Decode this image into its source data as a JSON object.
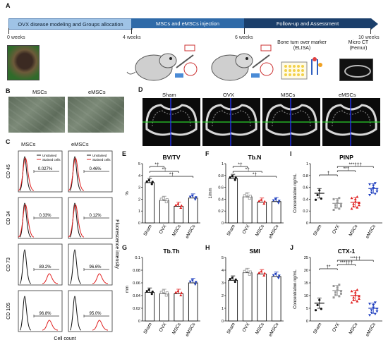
{
  "panels": {
    "A": "A",
    "B": "B",
    "C": "C",
    "D": "D",
    "E": "E",
    "F": "F",
    "G": "G",
    "H": "H",
    "I": "I",
    "J": "J"
  },
  "timeline": {
    "stage1": "OVX disease modeling and Groups allocation",
    "stage2": "MSCs and eMSCs  injection",
    "stage3": "Follow-up and Assessment",
    "weeks": [
      "0 weeks",
      "4 weeks",
      "6 weeks",
      "10 weeks"
    ],
    "marker_label": "Bone turn over marker\n(ELISA)",
    "microct_label": "Micro CT\n(Femur)"
  },
  "microscopy": {
    "left": "MSCs",
    "right": "eMSCs"
  },
  "microct": {
    "labels": [
      "Sham",
      "OVX",
      "MSCs",
      "eMSCs"
    ]
  },
  "flow": {
    "cols": [
      "MSCs",
      "eMSCs"
    ],
    "legend": [
      "Unstained",
      "Stained cells"
    ],
    "rows": [
      {
        "marker": "CD 45",
        "msc": "0.027%",
        "emsc": "0.46%"
      },
      {
        "marker": "CD 34",
        "msc": "0.33%",
        "emsc": "0.12%"
      },
      {
        "marker": "CD 73",
        "msc": "89.2%",
        "emsc": "96.6%"
      },
      {
        "marker": "CD 105",
        "msc": "96.8%",
        "emsc": "95.0%"
      }
    ],
    "yaxis": "Fluorescence intensity",
    "xaxis": "Cell count"
  },
  "colors": {
    "sham": "#111111",
    "ovx": "#999999",
    "msc": "#e02020",
    "emsc": "#1f3fbf",
    "green": "#2bd02b",
    "blue": "#2233ff"
  },
  "chart_data": [
    {
      "id": "E",
      "type": "bar",
      "title": "BV/TV",
      "ylabel": "%",
      "categories": [
        "Sham",
        "OVX",
        "MSCs",
        "eMSCs"
      ],
      "values": [
        3.4,
        1.9,
        1.4,
        2.1
      ],
      "ylim": [
        0,
        5
      ],
      "yticks": [
        0,
        1,
        2,
        3,
        4,
        5
      ],
      "sig": [
        "*†",
        "*†",
        "*†"
      ]
    },
    {
      "id": "F",
      "type": "bar",
      "title": "Tb.N",
      "ylabel": "1/mm",
      "categories": [
        "Sham",
        "OVX",
        "MSCs",
        "eMSCs"
      ],
      "values": [
        0.75,
        0.44,
        0.35,
        0.36
      ],
      "ylim": [
        0,
        1.0
      ],
      "yticks": [
        0,
        0.2,
        0.4,
        0.6,
        0.8,
        1.0
      ],
      "sig": [
        "*†",
        "*†",
        "*†"
      ]
    },
    {
      "id": "G",
      "type": "bar",
      "title": "Tb.Th",
      "ylabel": "mm",
      "categories": [
        "Sham",
        "OVX",
        "MSCs",
        "eMSCs"
      ],
      "values": [
        0.045,
        0.043,
        0.043,
        0.06
      ],
      "ylim": [
        0,
        0.1
      ],
      "yticks": [
        0,
        0.02,
        0.04,
        0.06,
        0.08,
        0.1
      ]
    },
    {
      "id": "H",
      "type": "bar",
      "title": "SMI",
      "ylabel": "",
      "categories": [
        "Sham",
        "OVX",
        "MSCs",
        "eMSCs"
      ],
      "values": [
        3.2,
        3.8,
        3.7,
        3.5
      ],
      "ylim": [
        0,
        5
      ],
      "yticks": [
        0,
        1,
        2,
        3,
        4,
        5
      ]
    },
    {
      "id": "I",
      "type": "scatter",
      "title": "PINP",
      "ylabel": "Concentration ng/mL",
      "categories": [
        "Sham",
        "OVX",
        "MSCs",
        "eMSCs"
      ],
      "values": [
        0.5,
        0.33,
        0.35,
        0.58
      ],
      "ylim": [
        0,
        1.0
      ],
      "yticks": [
        0,
        0.2,
        0.4,
        0.6,
        0.8,
        1.0
      ],
      "sig": [
        "†",
        "**†",
        "***†††"
      ]
    },
    {
      "id": "J",
      "type": "scatter",
      "title": "CTX-1",
      "ylabel": "Concentration ng/mL",
      "categories": [
        "Sham",
        "OVX",
        "MSCs",
        "eMSCs"
      ],
      "values": [
        7,
        12,
        10,
        5
      ],
      "ylim": [
        0,
        25
      ],
      "yticks": [
        0,
        5,
        10,
        15,
        20,
        25
      ],
      "sig": [
        "†*",
        "***†††",
        "***††"
      ]
    }
  ]
}
